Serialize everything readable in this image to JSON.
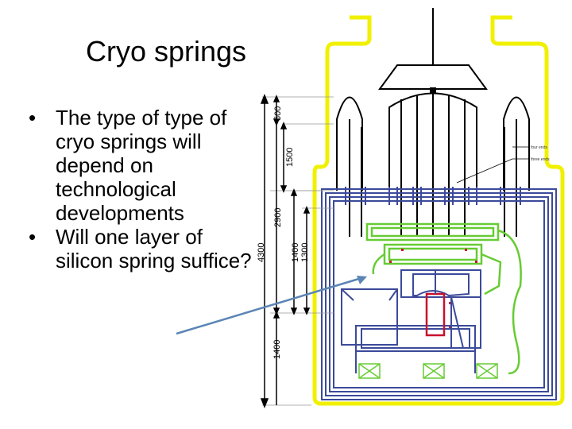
{
  "slide": {
    "title": "Cryo springs",
    "bullets": [
      "The type of type of cryo springs will depend on technological developments",
      "Will one layer of silicon spring suffice?"
    ],
    "bullet_glyph": "•"
  },
  "diagram": {
    "dimensions": {
      "d500": "500",
      "d1500": "1500",
      "d2900": "2900",
      "d4300": "4300",
      "d1400a": "1400",
      "d1300": "1300",
      "d1400b": "1400"
    },
    "annotations": {
      "four_ends": "four ends",
      "three_ends": "three ends"
    },
    "colors": {
      "outer_vessel": "#f0f000",
      "inner_vessel": "#3b4a9a",
      "springs": "#66cc33",
      "detector": "#c8102e",
      "arrow": "#5b85b5"
    }
  }
}
